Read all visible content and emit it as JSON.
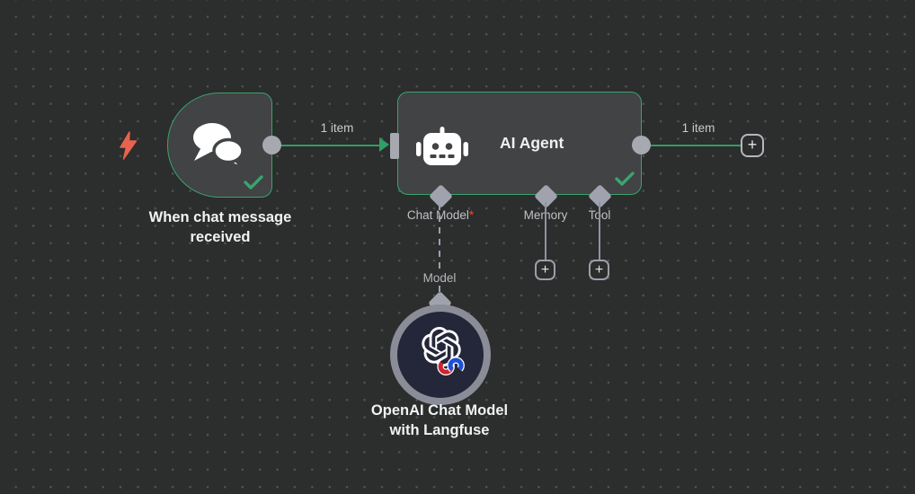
{
  "colors": {
    "canvas_background": "#2c2d2d",
    "grid_dot": "#505152",
    "node_background": "#414345",
    "node_border_green": "#3aa46c",
    "connection_green": "#2f9e67",
    "connector_gray": "#a6a9b0",
    "trigger_bolt_red": "#e8634f",
    "required_red": "#e14f3d",
    "model_node_background": "#242639",
    "model_node_ring": "#8a8d97"
  },
  "icons": {
    "trigger_indicator": "lightning-bolt-icon",
    "trigger_node": "chat-bubbles-icon",
    "agent_node": "robot-icon",
    "model_node": "openai-logo-icon",
    "node_status": "check-icon",
    "add_buttons": "plus-icon"
  },
  "workflow": {
    "trigger_node": {
      "name_line1": "When chat message",
      "name_line2": "received"
    },
    "agent_node": {
      "title": "AI Agent",
      "sub_connectors": [
        {
          "label": "Chat Model",
          "required_marker": "*"
        },
        {
          "label": "Memory"
        },
        {
          "label": "Tool"
        }
      ]
    },
    "model_node": {
      "name_line1": "OpenAI Chat Model",
      "name_line2": "with Langfuse",
      "connection_label": "Model"
    },
    "connections": {
      "trigger_to_agent_label": "1 item",
      "agent_output_label": "1 item"
    },
    "buttons": {
      "add_memory": "+",
      "add_tool": "+",
      "add_node": "+"
    }
  }
}
